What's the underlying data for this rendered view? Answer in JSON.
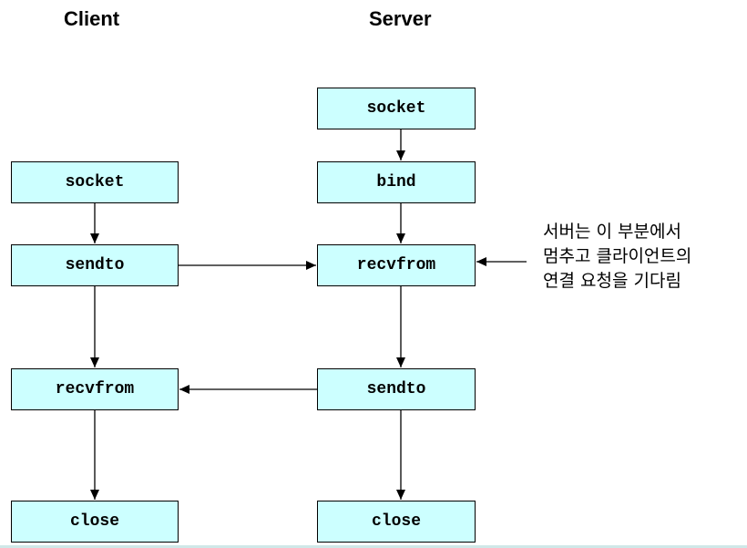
{
  "titles": {
    "client": "Client",
    "server": "Server"
  },
  "client": {
    "socket": "socket",
    "sendto": "sendto",
    "recvfrom": "recvfrom",
    "close": "close"
  },
  "server": {
    "socket": "socket",
    "bind": "bind",
    "recvfrom": "recvfrom",
    "sendto": "sendto",
    "close": "close"
  },
  "annotation": {
    "lines": [
      "서버는 이 부분에서",
      "멈추고 클라이언트의",
      "연결 요청을 기다림"
    ]
  },
  "colors": {
    "box_fill": "#ccffff",
    "border": "#000000"
  }
}
